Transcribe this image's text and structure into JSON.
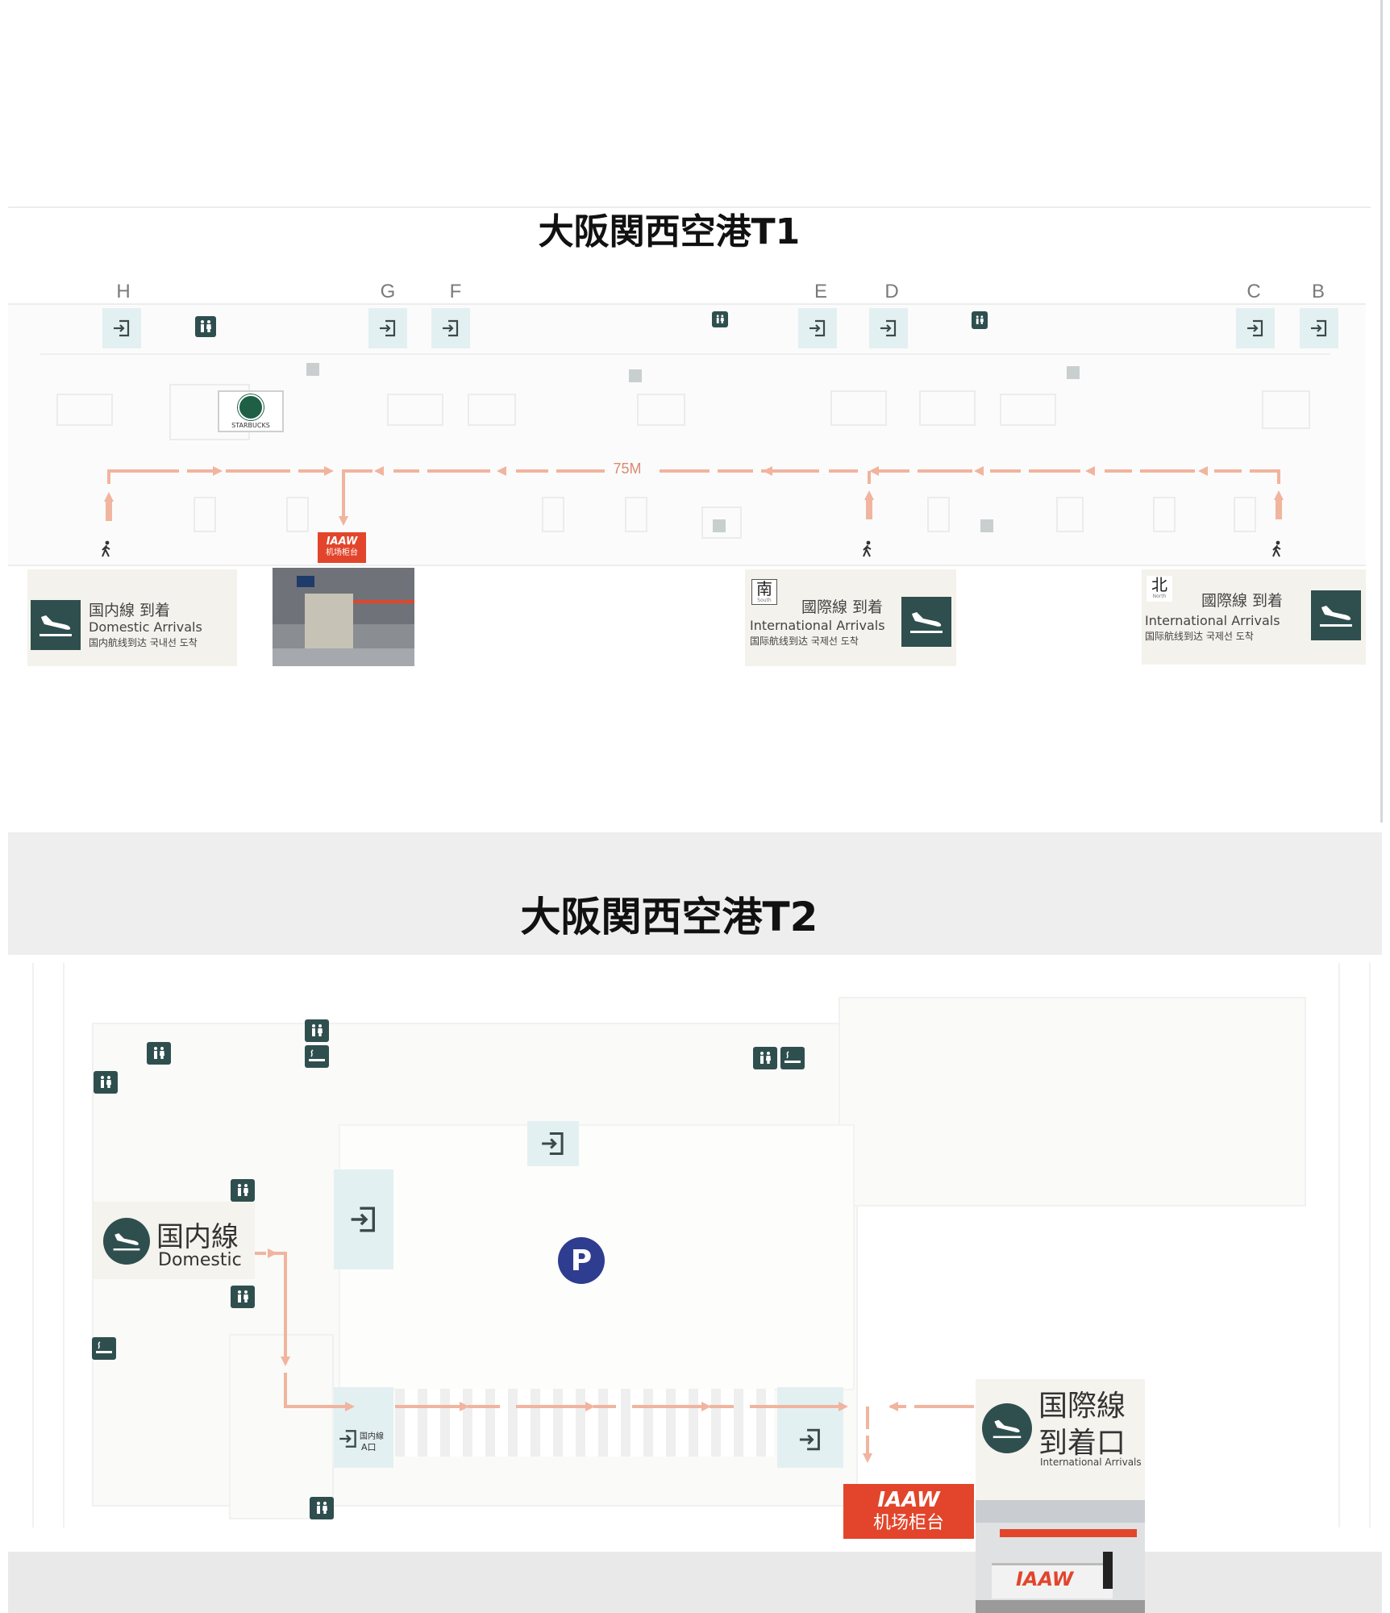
{
  "t1": {
    "title": "大阪関西空港T1",
    "gates": [
      "H",
      "G",
      "F",
      "E",
      "D",
      "C",
      "B"
    ],
    "distance": "75M",
    "starbucks": "STARBUCKS",
    "domestic_arrivals": {
      "jp": "国内線 到着",
      "en": "Domestic Arrivals",
      "multi": "国内航线到达 국내선 도착"
    },
    "south_arrivals": {
      "marker": "南",
      "marker_sub": "South",
      "jp": "國際線 到着",
      "en": "International Arrivals",
      "multi": "国际航线到达 국제선 도착"
    },
    "north_arrivals": {
      "marker": "北",
      "marker_sub": "North",
      "jp": "國際線 到着",
      "en": "International Arrivals",
      "multi": "国际航线到达 국제선 도착"
    },
    "counter": {
      "brand": "IAAW",
      "label": "机场柜台"
    }
  },
  "t2": {
    "title": "大阪関西空港T2",
    "domestic": {
      "jp": "国内線",
      "en": "Domestic"
    },
    "international": {
      "jp1": "国際線",
      "jp2": "到着口",
      "en": "International Arrivals"
    },
    "gate_label": {
      "line1": "国内線",
      "line2": "A口"
    },
    "parking": "P",
    "counter": {
      "brand": "IAAW",
      "label": "机场柜台"
    },
    "photo_sign": "IAAW"
  },
  "colors": {
    "arrow": "#f1b49e",
    "accent": "#e2452b",
    "icon": "#2f4f4f",
    "gate_bg": "#e3f0f2",
    "parking": "#2e3d8f"
  }
}
